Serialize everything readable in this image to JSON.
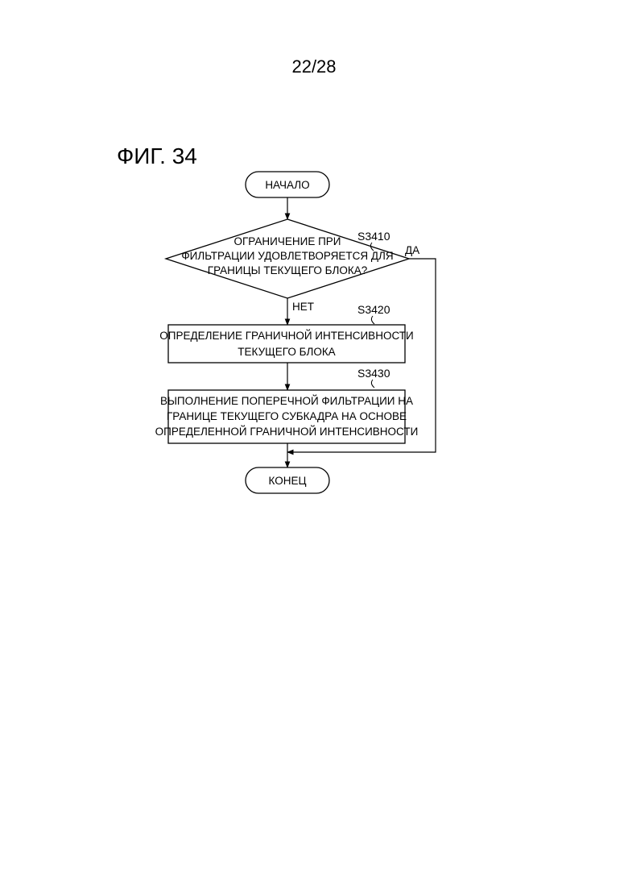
{
  "page_number": "22/28",
  "figure_title": "ФИГ. 34",
  "flowchart": {
    "start": "НАЧАЛО",
    "end": "КОНЕЦ",
    "decision": {
      "lines": [
        "ОГРАНИЧЕНИЕ ПРИ",
        "ФИЛЬТРАЦИИ УДОВЛЕТВОРЯЕТСЯ ДЛЯ",
        "ГРАНИЦЫ ТЕКУЩЕГО БЛОКА?"
      ],
      "step": "S3410",
      "yes_label": "ДА",
      "no_label": "НЕТ"
    },
    "process1": {
      "lines": [
        "ОПРЕДЕЛЕНИЕ ГРАНИЧНОЙ ИНТЕНСИВНОСТИ",
        "ТЕКУЩЕГО БЛОКА"
      ],
      "step": "S3420"
    },
    "process2": {
      "lines": [
        "ВЫПОЛНЕНИЕ ПОПЕРЕЧНОЙ ФИЛЬТРАЦИИ НА",
        "ГРАНИЦЕ ТЕКУЩЕГО СУБКАДРА НА ОСНОВЕ",
        "ОПРЕДЕЛЕННОЙ ГРАНИЧНОЙ ИНТЕНСИВНОСТИ"
      ],
      "step": "S3430"
    }
  }
}
